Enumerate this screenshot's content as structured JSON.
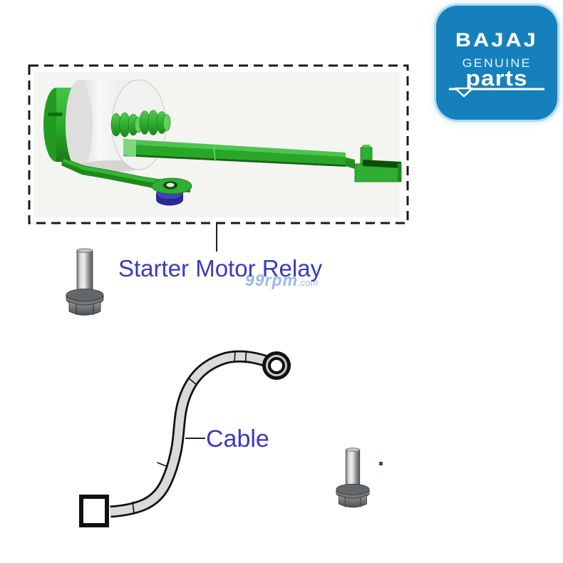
{
  "page": {
    "background": "#ffffff",
    "type": "motorcycle-spare-parts-diagram"
  },
  "logo": {
    "brand": "BAJAJ",
    "line2": "GENUINE",
    "line3": "parts",
    "bg_color": "#1580bb",
    "text_color": "#ffffff"
  },
  "diagram": {
    "relay": {
      "label": "Starter Motor Relay"
    },
    "cable": {
      "label": "Cable"
    },
    "label_color": "#3a3ac1",
    "colors": {
      "part_green": "#2fae2f",
      "part_green_dark": "#1b8a1b",
      "drum_white": "#f4f4f2",
      "nut_blue": "#4343bc",
      "cable_gray": "#dadada",
      "outline_black": "#111111",
      "dashed_border": "#1a1a1a"
    }
  },
  "watermark": {
    "brand": "99rpm",
    "tld": ".com"
  },
  "icons": {
    "bolt": "flange-bolt-icon",
    "ring": "cable-ring-terminal-icon",
    "square": "cable-connector-square-icon",
    "underline": "logo-underline-chevron-icon"
  }
}
